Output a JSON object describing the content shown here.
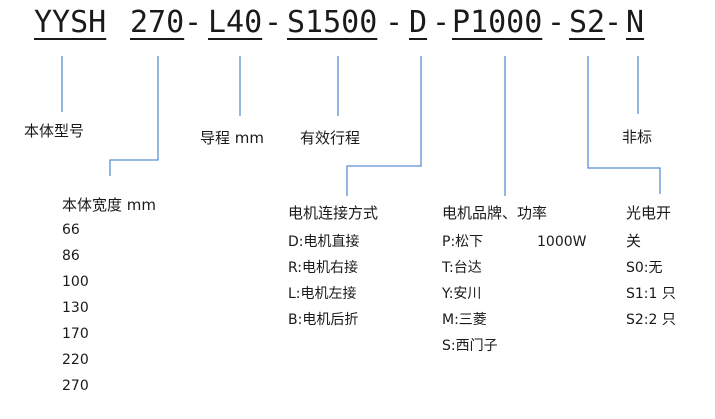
{
  "code": {
    "segments": [
      "YYSH",
      "270",
      "L40",
      "S1500",
      "D",
      "P1000",
      "S2",
      "N"
    ],
    "separator": "-"
  },
  "labels": {
    "body_model": "本体型号",
    "lead": "导程 mm",
    "stroke": "有效行程",
    "non_standard": "非标"
  },
  "groups": {
    "body_width": {
      "title": "本体宽度 mm",
      "items": [
        "66",
        "86",
        "100",
        "130",
        "170",
        "220",
        "270"
      ]
    },
    "motor_connection": {
      "title": "电机连接方式",
      "items": [
        "D:电机直接",
        "R:电机右接",
        "L:电机左接",
        "B:电机后折"
      ]
    },
    "motor_brand_power": {
      "title": "电机品牌、功率",
      "items": [
        "P:松下",
        "T:台达",
        "Y:安川",
        "M:三菱",
        "S:西门子"
      ],
      "power_note": "1000W"
    },
    "photo_switch": {
      "title_line1": "光电开",
      "title_line2": "关",
      "items": [
        "S0:无",
        "S1:1 只",
        "S2:2 只"
      ]
    }
  },
  "colors": {
    "connector": "#5b8fd6",
    "text": "#1a1a1a"
  }
}
